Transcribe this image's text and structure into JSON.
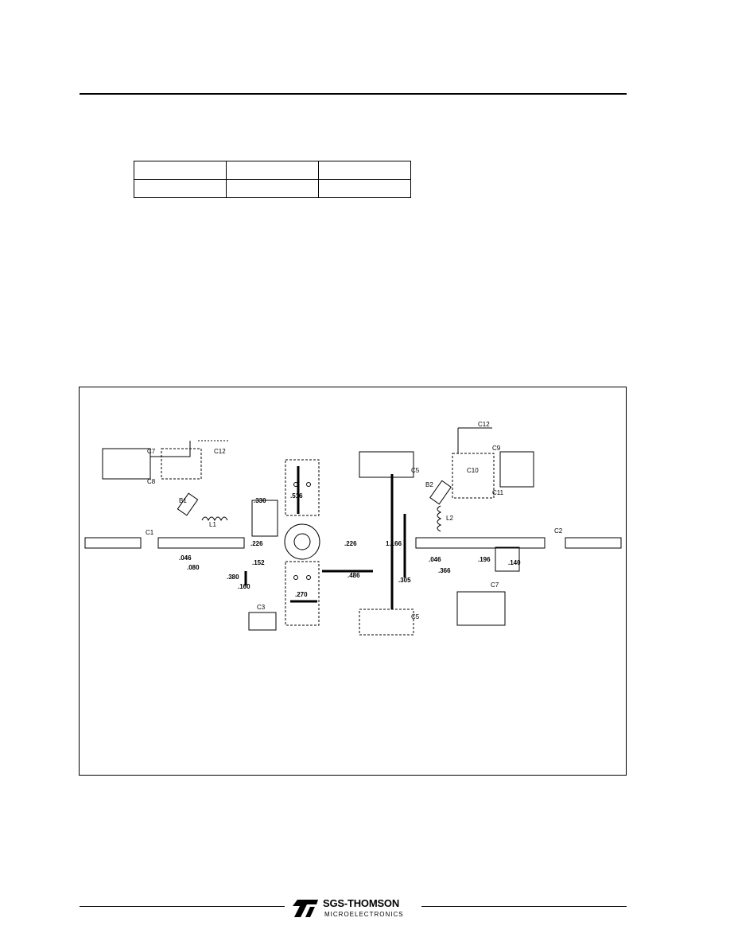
{
  "table": {
    "rows": [
      [
        "",
        "",
        ""
      ],
      [
        "",
        "",
        ""
      ]
    ]
  },
  "layout_figure": {
    "components": {
      "c1": "C1",
      "c2": "C2",
      "c3": "C3",
      "c5a": "C5",
      "c5b": "C5",
      "c7": "C7",
      "c7b": "C7",
      "c8": "C8",
      "c9": "C9",
      "c10": "C10",
      "c11": "C11",
      "c12a": "C12",
      "c12b": "C12",
      "b1": "B1",
      "b2": "B2",
      "l1": "L1",
      "l2": "L2"
    },
    "dimensions": {
      "d516": ".516",
      "d330": ".330",
      "d226a": ".226",
      "d226b": ".226",
      "d1166": "1.166",
      "d046a": ".046",
      "d046b": ".046",
      "d080": ".080",
      "d152": ".152",
      "d380": ".380",
      "d160": ".160",
      "d270": ".270",
      "d486": ".486",
      "d305": ".305",
      "d366": ".366",
      "d196": ".196",
      "d140": ".140"
    }
  },
  "footer": {
    "brand": "SGS-THOMSON",
    "sub": "MICROELECTRONICS"
  }
}
